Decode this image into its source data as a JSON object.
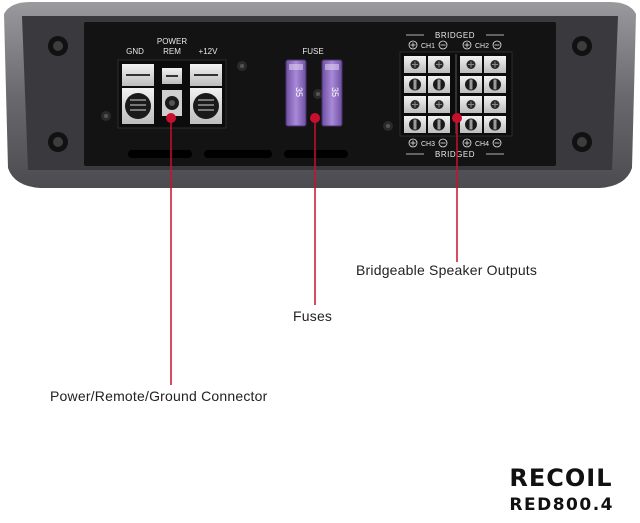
{
  "panel": {
    "gnd_label": "GND",
    "power_label": "POWER",
    "rem_label": "REM",
    "v12_label": "+12V",
    "fuse_label": "FUSE",
    "fuse_value_1": "35",
    "fuse_value_2": "35",
    "bridged_top_label": "BRIDGED",
    "bridged_bottom_label": "BRIDGED",
    "ch1_label": "CH1",
    "ch2_label": "CH2",
    "ch3_label": "CH3",
    "ch4_label": "CH4"
  },
  "callouts": {
    "speaker_outputs": "Bridgeable Speaker Outputs",
    "fuses": "Fuses",
    "power_connector": "Power/Remote/Ground Connector"
  },
  "brand": {
    "logo": "RECOIL",
    "model": "RED800.4"
  },
  "colors": {
    "callout_line": "#c8102e",
    "fuse_purple": "#8d6bbf",
    "chassis": "#6e6e72",
    "panel": "#131313"
  }
}
